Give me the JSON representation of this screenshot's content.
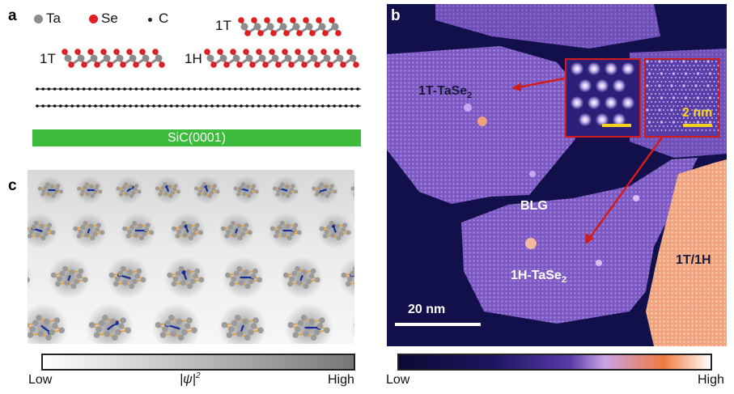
{
  "panels": {
    "a": {
      "label": "a",
      "legend": [
        {
          "symbol": "●",
          "name": "Ta",
          "color": "#8c8c8c"
        },
        {
          "symbol": "●",
          "name": "Se",
          "color": "#e02020"
        },
        {
          "symbol": "•",
          "name": "C",
          "color": "#222222"
        }
      ],
      "layer_labels": {
        "top": "1T",
        "left": "1T",
        "right": "1H"
      },
      "substrate": "SiC(0001)",
      "substrate_color": "#3dbb3d"
    },
    "b": {
      "label": "b",
      "regions": {
        "t1": "1T-TaSe",
        "t1_sub": "2",
        "h1": "1H-TaSe",
        "h1_sub": "2",
        "blg": "BLG",
        "mixed": "1T/1H"
      },
      "scale_bars": {
        "main": "20 nm",
        "inset": "2 nm"
      },
      "colorbar": {
        "low": "Low",
        "high": "High"
      },
      "colors": {
        "background": "#12104a",
        "film": "#7e5cc4",
        "mixed": "#f2a07a",
        "arrow": "#d01c1c"
      }
    },
    "c": {
      "label": "c",
      "colorbar": {
        "low": "Low",
        "high": "High",
        "title_main": "|ψ|",
        "title_sup": "2"
      },
      "colors": {
        "bond": "#f0a030",
        "arrow": "#1a2e9a",
        "atom": "#9a9a9a"
      }
    }
  }
}
